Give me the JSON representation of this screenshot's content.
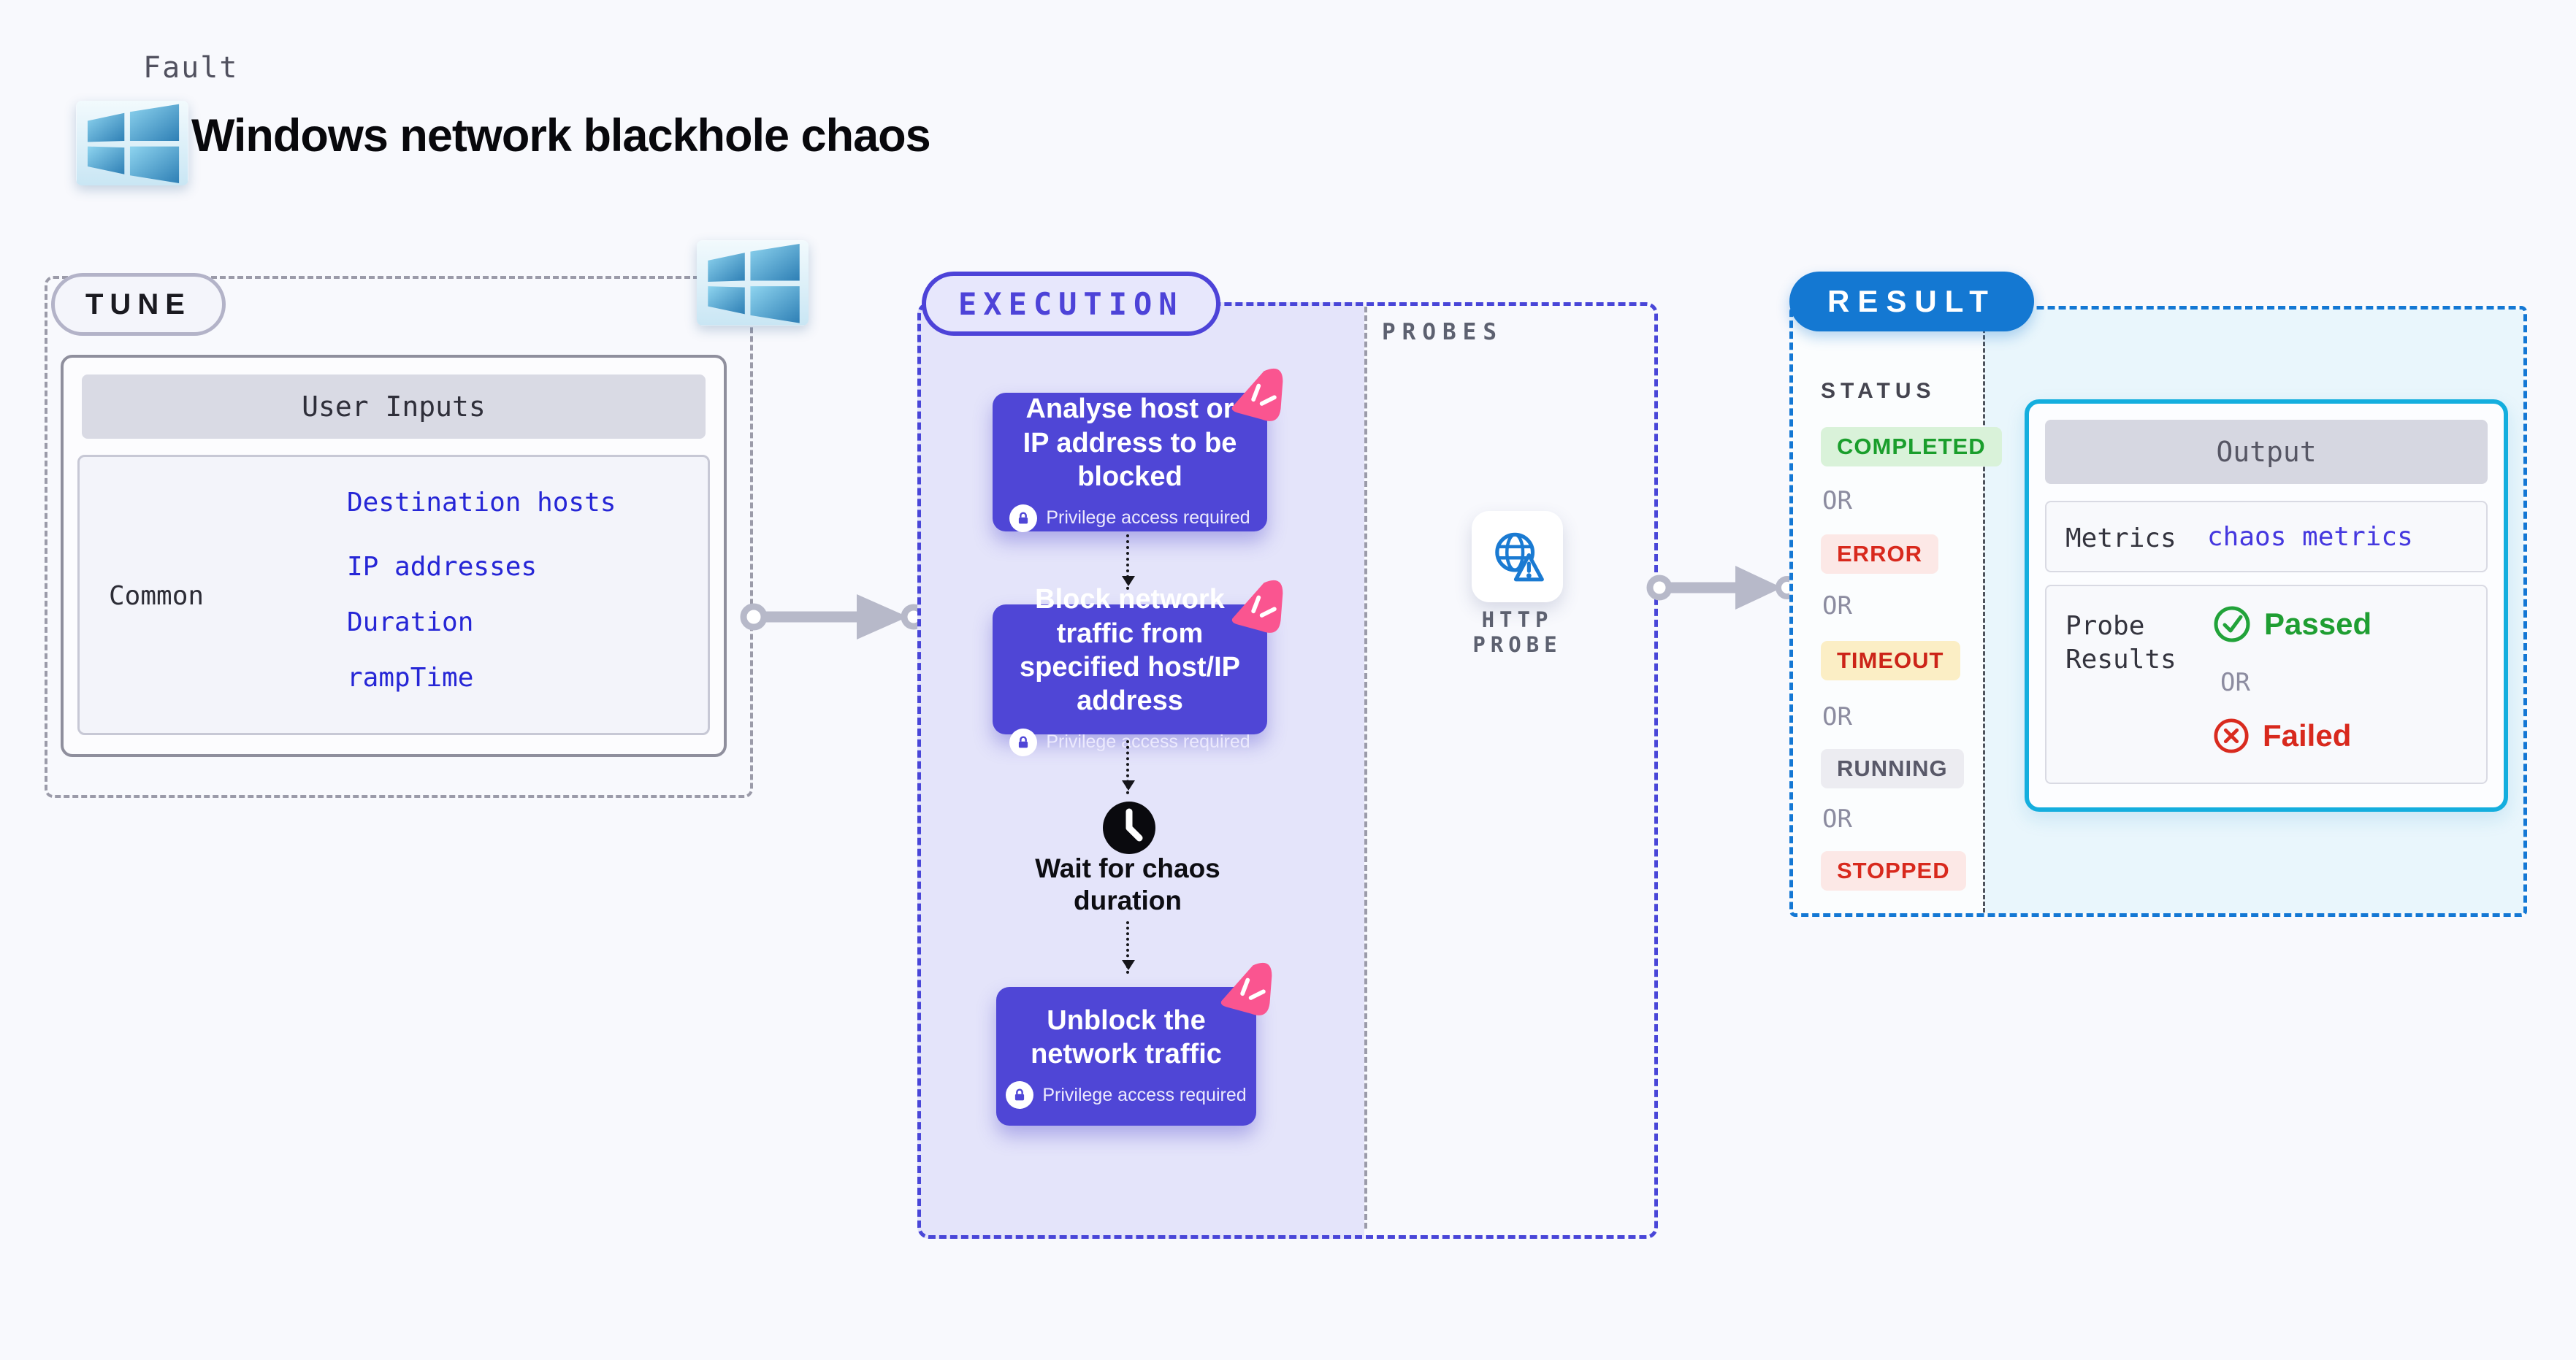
{
  "header": {
    "kicker": "Fault",
    "title": "Windows network blackhole chaos"
  },
  "tune": {
    "label": "TUNE",
    "user_inputs": {
      "title": "User Inputs",
      "row_label": "Common",
      "links": [
        "Destination hosts",
        "IP addresses",
        "Duration",
        "rampTime"
      ]
    }
  },
  "execution": {
    "label": "EXECUTION",
    "privilege_label": "Privilege access required",
    "nodes": [
      {
        "title": "Analyse host or IP address to be blocked"
      },
      {
        "title": "Block network traffic from specified host/IP address"
      },
      {
        "title": "Unblock the network traffic"
      }
    ],
    "wait_label": "Wait for chaos duration"
  },
  "probes": {
    "label": "PROBES",
    "probe_label": "HTTP PROBE"
  },
  "result": {
    "label": "RESULT",
    "status_title": "STATUS",
    "or_label": "OR",
    "statuses": [
      {
        "text": "COMPLETED",
        "type": "green"
      },
      {
        "text": "ERROR",
        "type": "red"
      },
      {
        "text": "TIMEOUT",
        "type": "yellow"
      },
      {
        "text": "RUNNING",
        "type": "gray"
      },
      {
        "text": "STOPPED",
        "type": "red"
      }
    ],
    "output": {
      "title": "Output",
      "metrics_label": "Metrics",
      "metrics_link": "chaos metrics",
      "probe_results_label": "Probe Results",
      "passed_label": "Passed",
      "failed_label": "Failed"
    }
  },
  "colors": {
    "node_purple": "#4f46d6",
    "execution_accent": "#4d43d8",
    "result_accent": "#1478d2",
    "output_border": "#14aede",
    "chaos_pink": "#fa5590",
    "pass_green": "#1f9e32",
    "fail_red": "#d8291d",
    "timeout_bg": "#fbeec5",
    "link_blue": "#2626d6",
    "panel_lavender": "#e4e4fa",
    "result_panel_cyan": "#e9f6fc"
  }
}
